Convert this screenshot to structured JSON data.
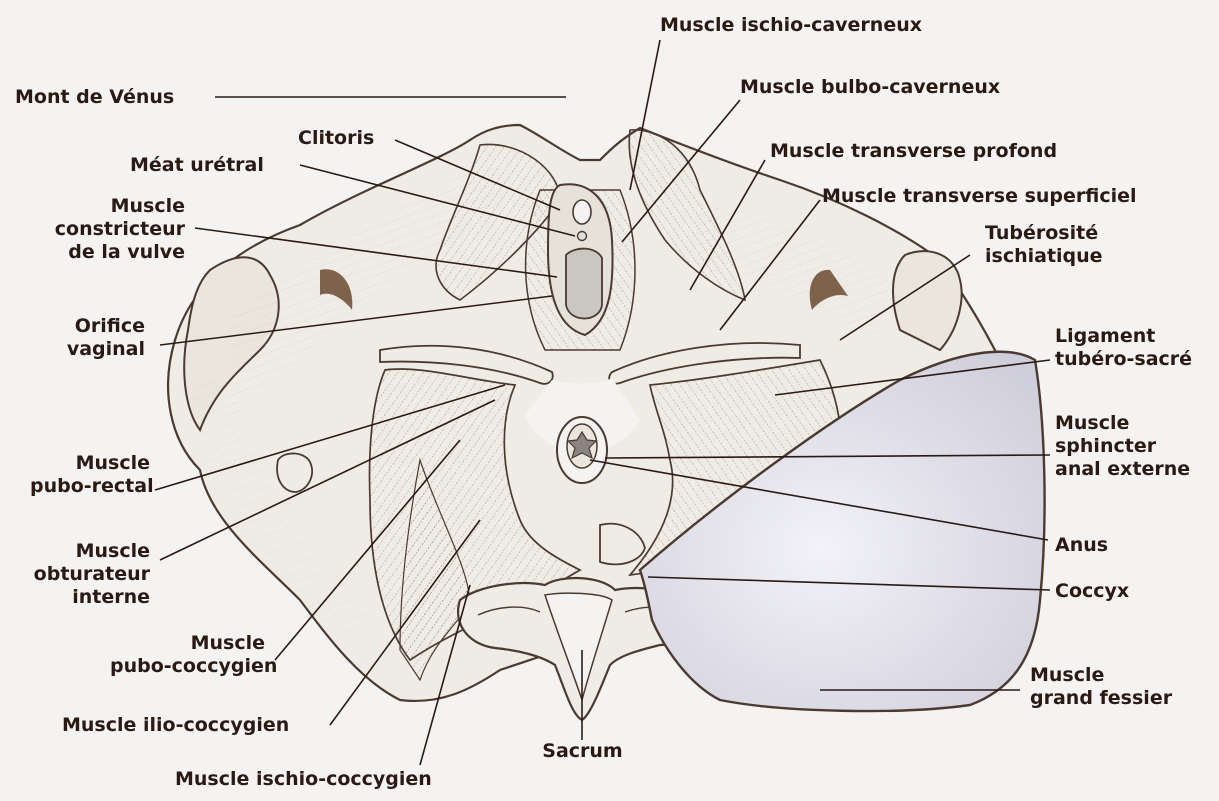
{
  "labels": {
    "mont_de_venus": "Mont de Vénus",
    "clitoris": "Clitoris",
    "meat_uretral": "Méat urétral",
    "muscle_constricteur": [
      "Muscle",
      "constricteur",
      "de la vulve"
    ],
    "orifice_vaginal": [
      "Orifice",
      "vaginal"
    ],
    "muscle_pubo_rectal": [
      "Muscle",
      "pubo-rectal"
    ],
    "muscle_obturateur": [
      "Muscle",
      "obturateur",
      "interne"
    ],
    "muscle_pubo_coccygien": [
      "Muscle",
      "pubo-coccygien"
    ],
    "muscle_ilio_coccygien": "Muscle ilio-coccygien",
    "muscle_ischio_coccygien": "Muscle ischio-coccygien",
    "sacrum": "Sacrum",
    "muscle_ischio_caverneux": "Muscle ischio-caverneux",
    "muscle_bulbo_caverneux": "Muscle bulbo-caverneux",
    "muscle_transverse_profond": "Muscle transverse profond",
    "muscle_transverse_superficiel": "Muscle transverse superficiel",
    "tuberosite": [
      "Tubérosité",
      "ischiatique"
    ],
    "ligament": [
      "Ligament",
      "tubéro-sacré"
    ],
    "sphincter": [
      "Muscle",
      "sphincter",
      "anal externe"
    ],
    "anus": "Anus",
    "coccyx": "Coccyx",
    "grand_fessier": [
      "Muscle",
      "grand fessier"
    ]
  },
  "colors": {
    "ink": "#2b1a14",
    "outline": "#4a3a30",
    "paper": "#f4f3f1",
    "bone_fill": "#efece5",
    "gluteus_fill": "#e3e2ec",
    "mucosa_fill": "#c9c7c0",
    "shadow": "#6b4a30"
  }
}
